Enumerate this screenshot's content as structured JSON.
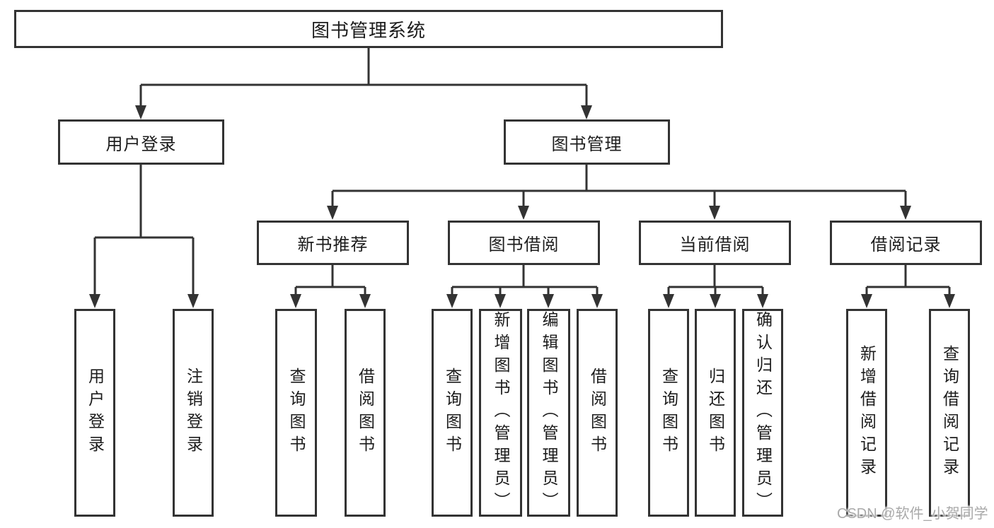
{
  "diagram": {
    "root": "图书管理系统",
    "user_login": {
      "label": "用户登录",
      "children": [
        "用户登录",
        "注销登录"
      ]
    },
    "book_mgmt": {
      "label": "图书管理",
      "sections": [
        {
          "label": "新书推荐",
          "children": [
            "查询图书",
            "借阅图书"
          ]
        },
        {
          "label": "图书借阅",
          "children": [
            "查询图书",
            "新增图书（管理员）",
            "编辑图书（管理员）",
            "借阅图书"
          ]
        },
        {
          "label": "当前借阅",
          "children": [
            "查询图书",
            "归还图书",
            "确认归还（管理员）"
          ]
        },
        {
          "label": "借阅记录",
          "children": [
            "新增借阅记录",
            "查询借阅记录"
          ]
        }
      ]
    }
  },
  "watermark": "CSDN @软件_小贺同学",
  "colors": {
    "line": "#333333",
    "text": "#1c1c1c",
    "watermark": "#a9a9a9"
  }
}
